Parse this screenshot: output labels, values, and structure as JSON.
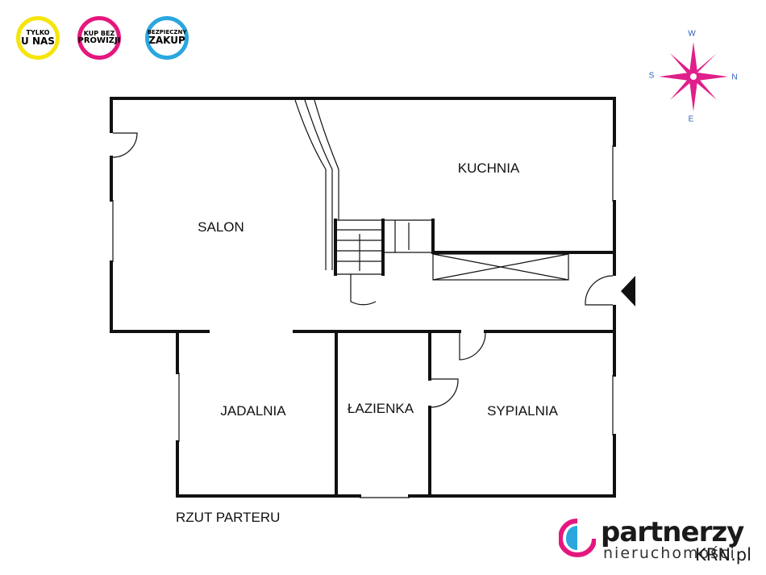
{
  "badges": [
    {
      "line1": "TYLKO",
      "line2": "U NAS"
    },
    {
      "line1": "KUP BEZ",
      "line2": "PROWIZJI"
    },
    {
      "line1": "BEZPIECZNY",
      "line2": "ZAKUP"
    }
  ],
  "compass": {
    "top": "W",
    "left": "S",
    "right": "N",
    "bottom": "E",
    "color": "#e01f8a"
  },
  "rooms": {
    "salon": "SALON",
    "kuchnia": "KUCHNIA",
    "jadalnia": "JADALNIA",
    "lazienka": "ŁAZIENKA",
    "sypialnia": "SYPIALNIA"
  },
  "caption": "RZUT PARTERU",
  "logo": {
    "brand": "partnerzy",
    "subtitle": "nieruchomości",
    "watermark": "KRN.pl"
  },
  "colors": {
    "wall": "#111111",
    "accent_pink": "#e5177e",
    "accent_blue": "#2aa7df",
    "accent_yellow": "#f5e50a"
  }
}
